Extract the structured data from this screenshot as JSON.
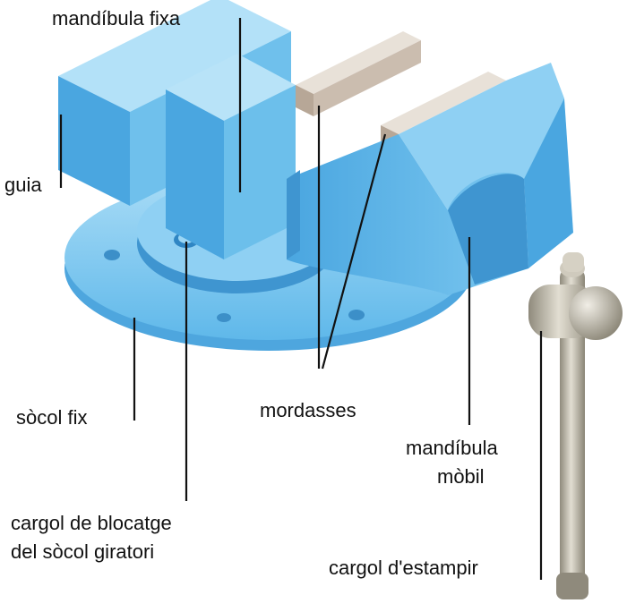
{
  "labels": {
    "mandibula_fixa": "mandíbula fixa",
    "guia": "guia",
    "socol_fix": "sòcol fix",
    "mordasses": "mordasses",
    "mandibula_mobil_line1": "mandíbula",
    "mandibula_mobil_line2": "mòbil",
    "cargol_blocatge_line1": "cargol de blocatge",
    "cargol_blocatge_line2": "del sòcol giratori",
    "cargol_estampir": "cargol d'estampir"
  },
  "colors": {
    "body_blue": "#5fb8ea",
    "body_light": "#a9dcf6",
    "body_dark": "#2f86c4",
    "jaw_plate": "#c9b9a8",
    "handle_metal": "#b8b2a2"
  }
}
